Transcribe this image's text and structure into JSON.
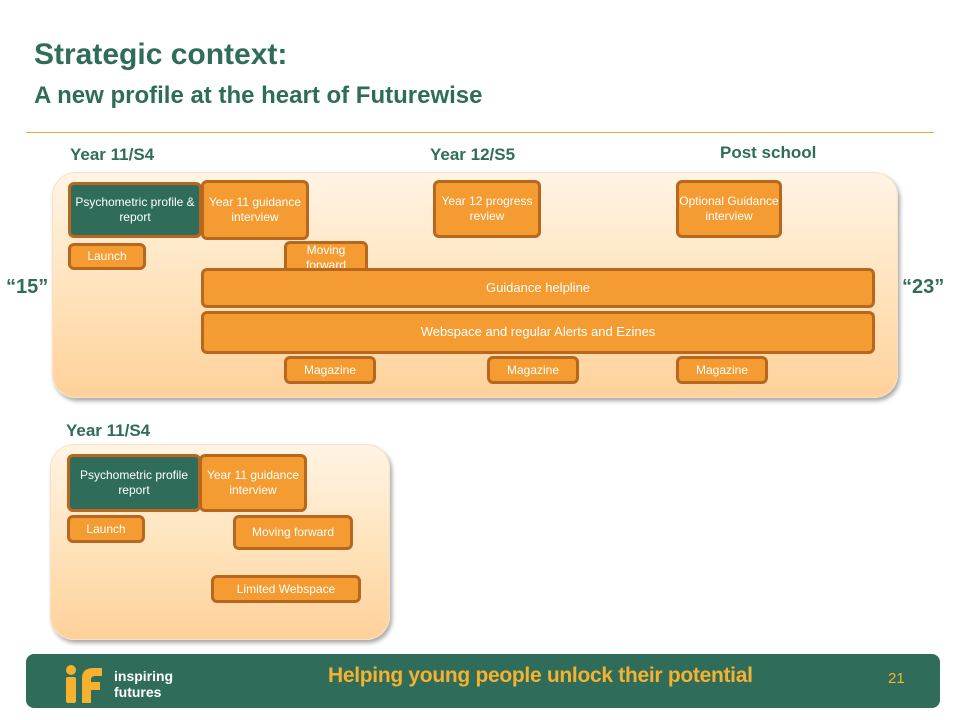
{
  "header": {
    "title": "Strategic context:",
    "subtitle": "A new profile at the heart of Futurewise"
  },
  "top_section": {
    "col1_label": "Year 11/S4",
    "col2_label": "Year 12/S5",
    "col3_label": "Post school",
    "left_quote": "“15”",
    "right_quote": "“23”",
    "profile_box": "Psychometric profile  & report",
    "launch": "Launch",
    "y11_interview": "Year 11 guidance interview",
    "moving_forward": "Moving forward",
    "y12_review": "Year 12 progress review",
    "optional_interview": "Optional Guidance interview",
    "helpline": "Guidance helpline",
    "webspace": "Webspace and regular Alerts and Ezines",
    "magazines": [
      "Magazine",
      "Magazine",
      "Magazine"
    ]
  },
  "bottom_section": {
    "label": "Year 11/S4",
    "profile_box": "Psychometric profile report",
    "launch": "Launch",
    "y11_interview": "Year 11 guidance interview",
    "moving_forward": "Moving forward",
    "limited_webspace": "Limited Webspace"
  },
  "footer": {
    "logo_line1": "inspiring",
    "logo_line2": "futures",
    "tagline": "Helping young people unlock their potential",
    "page_number": "21"
  },
  "colors": {
    "brand_green": "#2f6d5a",
    "box_orange": "#f49b31",
    "box_border": "#b8681e",
    "tagline_yellow": "#f6b12e"
  }
}
